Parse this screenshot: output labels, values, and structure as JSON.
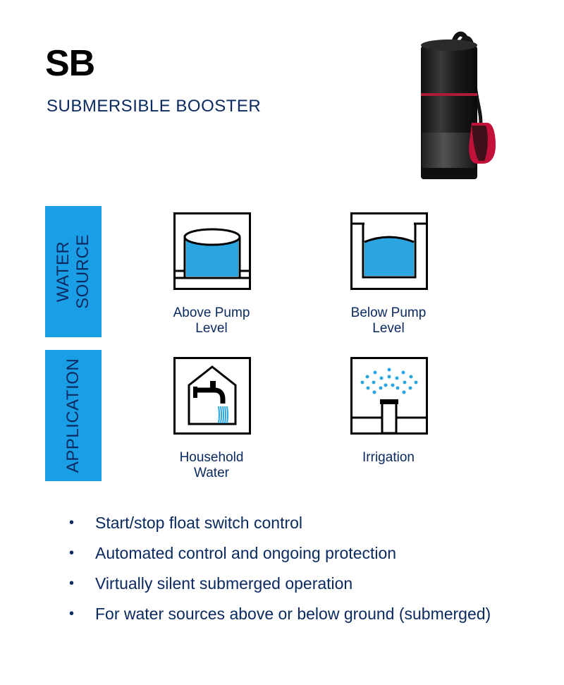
{
  "header": {
    "title": "SB",
    "subtitle": "SUBMERSIBLE BOOSTER"
  },
  "colors": {
    "band": "#1a9fe6",
    "text": "#0b2a60",
    "water": "#2aa5e0"
  },
  "sections": {
    "water_source": {
      "label_line1": "WATER",
      "label_line2": "SOURCE",
      "items": [
        {
          "icon": "tank-above-ground-icon",
          "caption_line1": "Above Pump",
          "caption_line2": "Level"
        },
        {
          "icon": "tank-below-ground-icon",
          "caption_line1": "Below Pump",
          "caption_line2": "Level"
        }
      ]
    },
    "application": {
      "label": "APPLICATION",
      "items": [
        {
          "icon": "house-faucet-icon",
          "caption_line1": "Household",
          "caption_line2": "Water"
        },
        {
          "icon": "sprinkler-icon",
          "caption_line1": "Irrigation",
          "caption_line2": ""
        }
      ]
    }
  },
  "features": [
    "Start/stop float switch control",
    "Automated control and ongoing protection",
    "Virtually silent submerged operation",
    "For water sources above or below ground (submerged)"
  ],
  "bullet_char": "•"
}
